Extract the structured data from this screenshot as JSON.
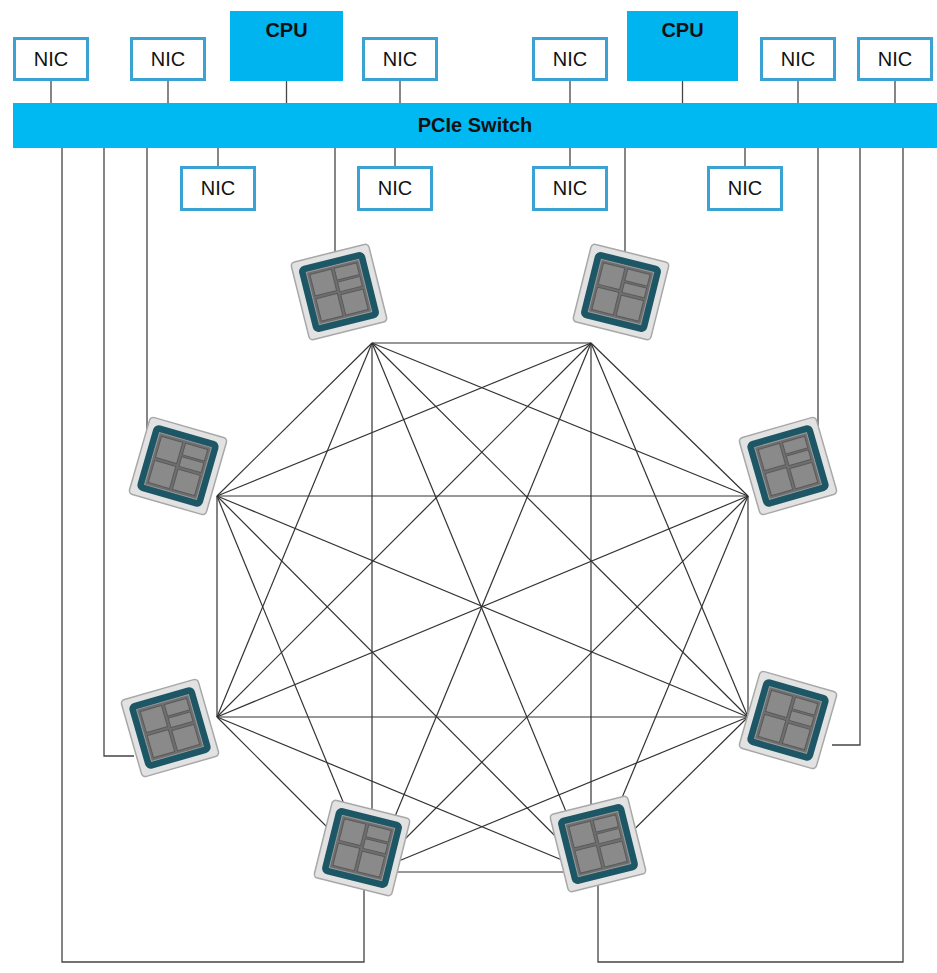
{
  "diagram": {
    "nodes": [
      {
        "text": [
          "NIC"
        ]
      },
      {
        "text": [
          "NIC"
        ]
      },
      {
        "text": [
          "CPU"
        ]
      },
      {
        "text": [
          "NIC"
        ]
      },
      {
        "text": [
          "NIC"
        ]
      },
      {
        "text": [
          "CPU"
        ]
      },
      {
        "text": [
          "NIC"
        ]
      },
      {
        "text": [
          "NIC"
        ]
      },
      {
        "text": [
          "PCIe Switch"
        ]
      },
      {
        "text": [
          "NIC"
        ]
      },
      {
        "text": [
          "NIC"
        ]
      },
      {
        "text": [
          "NIC"
        ]
      },
      {
        "text": [
          "NIC"
        ]
      }
    ],
    "edges": [
      {
        "from": 0,
        "to": 8,
        "arrow": "none"
      },
      {
        "from": 1,
        "to": 8,
        "arrow": "none"
      },
      {
        "from": 2,
        "to": 8,
        "arrow": "none"
      },
      {
        "from": 3,
        "to": 8,
        "arrow": "none"
      },
      {
        "from": 4,
        "to": 8,
        "arrow": "none"
      },
      {
        "from": 5,
        "to": 8,
        "arrow": "none"
      },
      {
        "from": 6,
        "to": 8,
        "arrow": "none"
      },
      {
        "from": 7,
        "to": 8,
        "arrow": "none"
      },
      {
        "from": 9,
        "to": 8,
        "arrow": "none"
      },
      {
        "from": 10,
        "to": 8,
        "arrow": "none"
      },
      {
        "from": 11,
        "to": 8,
        "arrow": "none"
      },
      {
        "from": 12,
        "to": 8,
        "arrow": "none"
      }
    ]
  }
}
